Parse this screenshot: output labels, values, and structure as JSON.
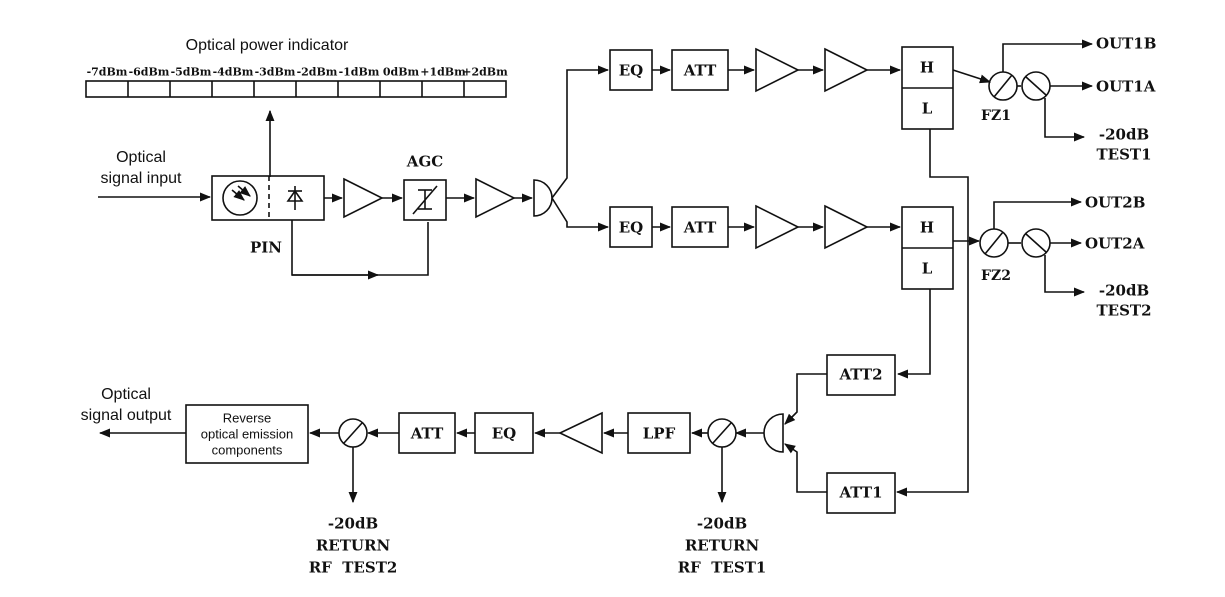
{
  "indicator": {
    "title": "Optical power indicator",
    "scale": [
      "-7dBm",
      "-6dBm",
      "-5dBm",
      "-4dBm",
      "-3dBm",
      "-2dBm",
      "-1dBm",
      "0dBm",
      "+1dBm",
      "+2dBm"
    ]
  },
  "input": {
    "line1": "Optical",
    "line2": "signal input"
  },
  "pin_label": "PIN",
  "agc_label": "AGC",
  "branch1": {
    "eq": "EQ",
    "att": "ATT",
    "h": "H",
    "l": "L",
    "coupler": "FZ1",
    "out_b": "OUT1B",
    "out_a": "OUT1A",
    "test_level": "-20dB",
    "test_name": "TEST1"
  },
  "branch2": {
    "eq": "EQ",
    "att": "ATT",
    "h": "H",
    "l": "L",
    "coupler": "FZ2",
    "out_b": "OUT2B",
    "out_a": "OUT2A",
    "test_level": "-20dB",
    "test_name": "TEST2"
  },
  "return_path": {
    "att2": "ATT2",
    "att1": "ATT1",
    "lpf": "LPF",
    "eq": "EQ",
    "att": "ATT",
    "test1": {
      "level": "-20dB",
      "line1": "RETURN",
      "line2": "RF  TEST1"
    },
    "test2": {
      "level": "-20dB",
      "line1": "RETURN",
      "line2": "RF  TEST2"
    },
    "emitter": {
      "line1": "Reverse",
      "line2": "optical emission",
      "line3": "components"
    }
  },
  "output": {
    "line1": "Optical",
    "line2": "signal output"
  }
}
